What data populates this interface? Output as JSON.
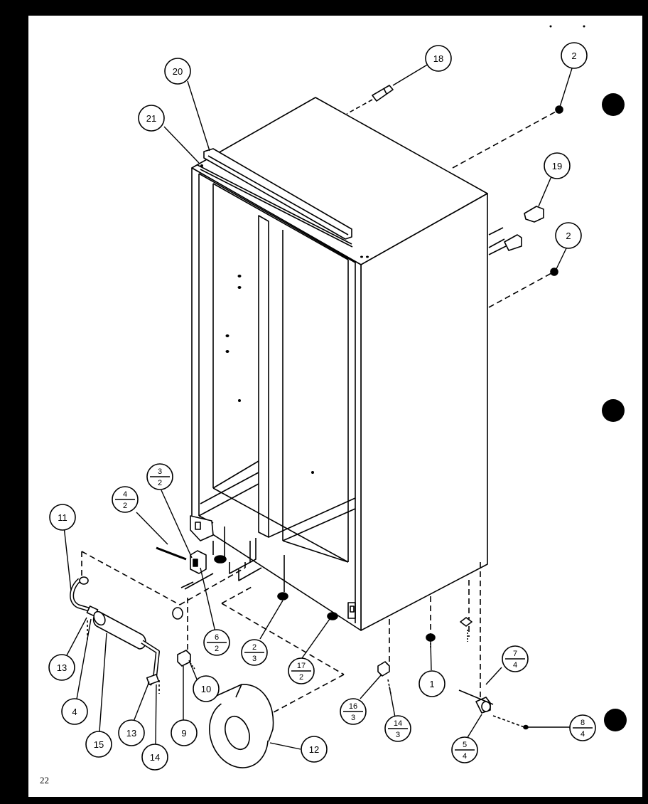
{
  "page_number": "22",
  "callouts": [
    {
      "id": "c18",
      "top": "18"
    },
    {
      "id": "c20",
      "top": "20"
    },
    {
      "id": "c21",
      "top": "21"
    },
    {
      "id": "c2a",
      "top": "2"
    },
    {
      "id": "c19",
      "top": "19"
    },
    {
      "id": "c2b",
      "top": "2"
    },
    {
      "id": "c3-2",
      "top": "3",
      "bottom": "2"
    },
    {
      "id": "c4-2",
      "top": "4",
      "bottom": "2"
    },
    {
      "id": "c11",
      "top": "11"
    },
    {
      "id": "c6-2",
      "top": "6",
      "bottom": "2"
    },
    {
      "id": "c2-3",
      "top": "2",
      "bottom": "3"
    },
    {
      "id": "c17-2",
      "top": "17",
      "bottom": "2"
    },
    {
      "id": "c1",
      "top": "1"
    },
    {
      "id": "c7-4",
      "top": "7",
      "bottom": "4"
    },
    {
      "id": "c13a",
      "top": "13"
    },
    {
      "id": "c4",
      "top": "4"
    },
    {
      "id": "c15",
      "top": "15"
    },
    {
      "id": "c13b",
      "top": "13"
    },
    {
      "id": "c14",
      "top": "14"
    },
    {
      "id": "c9",
      "top": "9"
    },
    {
      "id": "c10",
      "top": "10"
    },
    {
      "id": "c12",
      "top": "12"
    },
    {
      "id": "c16-3",
      "top": "16",
      "bottom": "3"
    },
    {
      "id": "c14-3",
      "top": "14",
      "bottom": "3"
    },
    {
      "id": "c5-4",
      "top": "5",
      "bottom": "4"
    },
    {
      "id": "c8-4",
      "top": "8",
      "bottom": "4"
    }
  ]
}
